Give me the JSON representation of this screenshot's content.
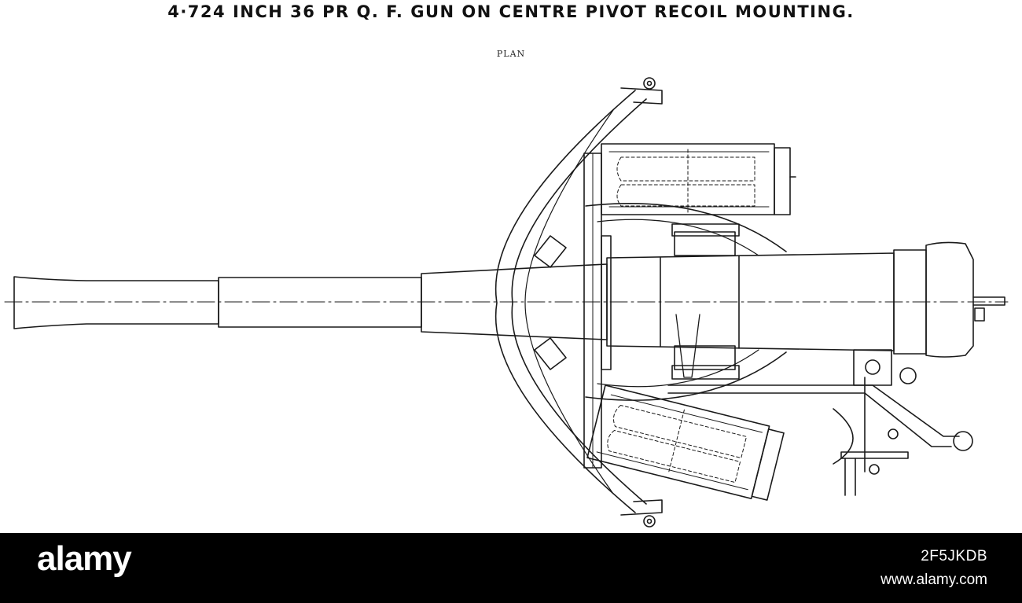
{
  "drawing": {
    "title": "4·724 INCH 36 PR Q. F. GUN ON CENTRE PIVOT RECOIL MOUNTING.",
    "view_label": "PLAN"
  },
  "footer": {
    "logo": "alamy",
    "image_id": "2F5JKDB",
    "url": "www.alamy.com"
  },
  "colors": {
    "line": "#1a1a1a",
    "background": "#ffffff",
    "footer_bg": "#000000",
    "footer_text": "#ffffff"
  }
}
